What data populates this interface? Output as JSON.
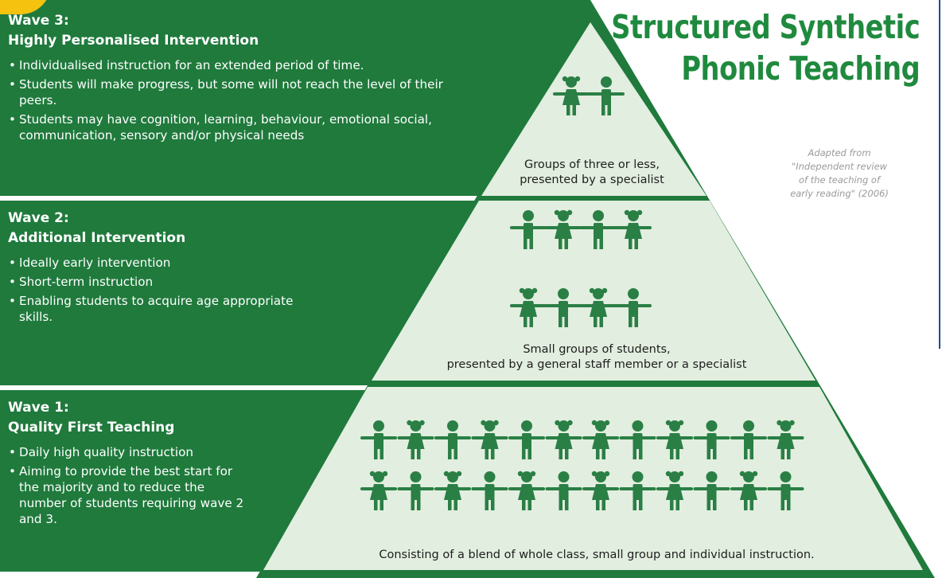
{
  "title": {
    "line1": "Structured Synthetic",
    "line2": "Phonic Teaching"
  },
  "attribution": {
    "line1": "Adapted from",
    "line2": "\"Independent review",
    "line3": "of the teaching of",
    "line4": "early reading\" (2006)"
  },
  "waves": [
    {
      "label": "Wave 3:",
      "heading": "Highly Personalised Intervention",
      "bullets": [
        "Individualised instruction for an extended period of time.",
        "Students will make progress, but some will not reach the level of their peers.",
        "Students may have cognition, learning, behaviour, emotional social, communication, sensory and/or physical needs"
      ],
      "caption_line1": "Groups of three or less,",
      "caption_line2": "presented by a specialist"
    },
    {
      "label": "Wave 2:",
      "heading": "Additional Intervention",
      "bullets": [
        "Ideally early intervention",
        "Short-term instruction",
        "Enabling students to acquire age appropriate skills."
      ],
      "caption_line1": "Small groups of students,",
      "caption_line2": "presented by a general staff member or a specialist"
    },
    {
      "label": "Wave 1:",
      "heading": "Quality First Teaching",
      "bullets": [
        "Daily high quality instruction",
        "Aiming to provide the best start for the majority and to reduce the number of students requiring wave 2 and 3."
      ],
      "caption_line1": "Consisting of a blend of whole class, small group and individual instruction."
    }
  ],
  "colors": {
    "dark_green": "#1f7a3c",
    "light_green": "#e2eedf",
    "figure_green": "#2a7f45",
    "title_green": "#1f8a3e",
    "accent_yellow": "#f4c20f"
  },
  "figures": {
    "wave3": [
      "girl-figure",
      "boy-figure"
    ],
    "wave2_row1": [
      "boy-figure",
      "girl-figure",
      "boy-figure",
      "girl-figure"
    ],
    "wave2_row2": [
      "girl-figure",
      "boy-figure",
      "girl-figure",
      "boy-figure"
    ],
    "wave1_row1": [
      "boy-figure",
      "girl-figure",
      "boy-figure",
      "girl-figure",
      "boy-figure",
      "girl-figure",
      "girl-figure",
      "boy-figure",
      "girl-figure",
      "boy-figure",
      "boy-figure",
      "girl-figure"
    ],
    "wave1_row2": [
      "girl-figure",
      "boy-figure",
      "girl-figure",
      "boy-figure",
      "girl-figure",
      "boy-figure",
      "girl-figure",
      "boy-figure",
      "girl-figure",
      "boy-figure",
      "girl-figure",
      "boy-figure"
    ]
  }
}
